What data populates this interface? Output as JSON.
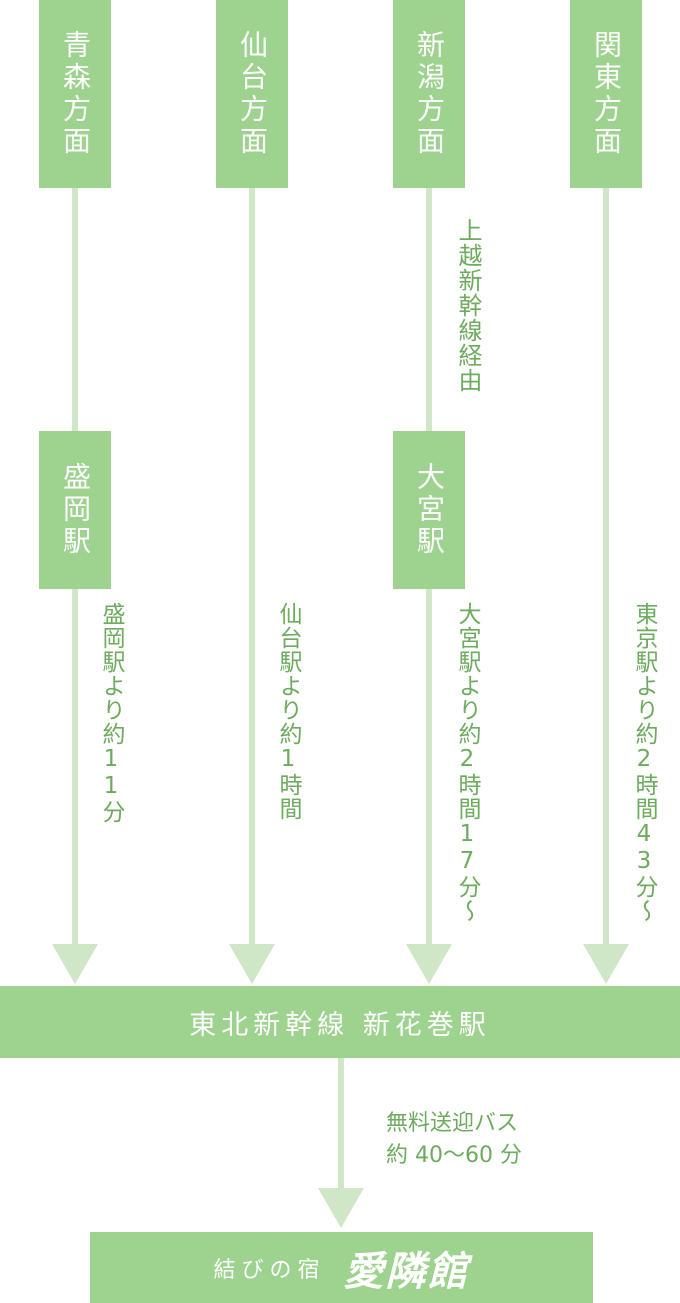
{
  "origins": [
    {
      "label": "青森方面"
    },
    {
      "label": "仙台方面"
    },
    {
      "label": "新潟方面"
    },
    {
      "label": "関東方面"
    }
  ],
  "transfers": {
    "morioka": "盛岡駅",
    "omiya": "大宮駅"
  },
  "notes": {
    "joetsu": "上越新幹線経由",
    "morioka_time": "盛岡駅より約11分",
    "sendai_time": "仙台駅より約1時間",
    "omiya_time": "大宮駅より約2時間17分〜",
    "tokyo_time": "東京駅より約2時間43分〜",
    "bus": [
      "無料送迎バス",
      "約 40〜60 分"
    ]
  },
  "hub": "東北新幹線 新花巻駅",
  "destination": {
    "prefix": "結びの宿",
    "name": "愛隣館"
  },
  "colors": {
    "box": "#9dd28f",
    "line": "#cfe7c6",
    "note_text": "#6dab5e"
  }
}
